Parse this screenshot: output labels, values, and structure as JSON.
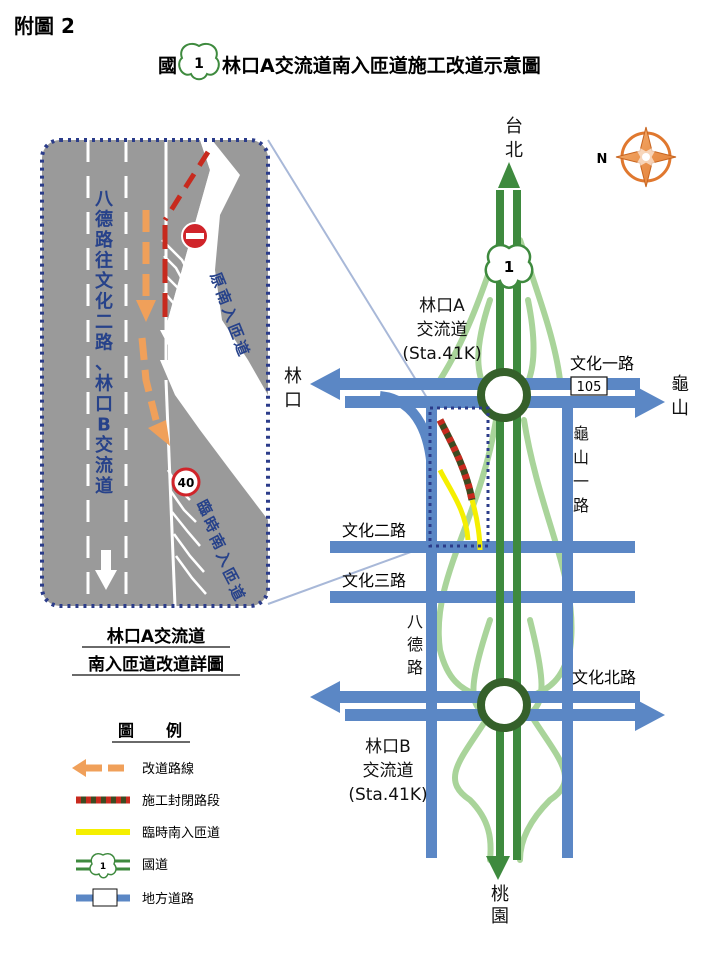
{
  "header": {
    "figure_no": "附圖 2",
    "title_prefix": "國",
    "title_suffix": "林口A交流道南入匝道施工改道示意圖",
    "freeway_no": "1"
  },
  "inset": {
    "vertical_label": [
      "八",
      "德",
      "路",
      "往",
      "文",
      "化",
      "二",
      "路",
      "、",
      "林",
      "口",
      "B",
      "交",
      "流",
      "道"
    ],
    "original_ramp": [
      "原",
      "南",
      "入",
      "匝",
      "道"
    ],
    "temp_ramp": [
      "臨",
      "時",
      "南",
      "入",
      "匝",
      "道"
    ],
    "speed_limit": "40",
    "caption_line1": "林口A交流道",
    "caption_line2": "南入匝道改道詳圖"
  },
  "map": {
    "north_top": [
      "台",
      "北"
    ],
    "south_bottom": [
      "桃",
      "園"
    ],
    "west": [
      "林",
      "口"
    ],
    "east": [
      "龜",
      "山"
    ],
    "compass": "N",
    "freeway_shield": "1",
    "interchange_a": [
      "林口A",
      "交流道",
      "(Sta.41K)"
    ],
    "interchange_b": [
      "林口B",
      "交流道",
      "(Sta.41K)"
    ],
    "road_wenhua1": "文化一路",
    "route_105": "105",
    "guishan1": [
      "龜",
      "山",
      "一",
      "路"
    ],
    "road_wenhua2": "文化二路",
    "road_wenhua3": "文化三路",
    "bade": [
      "八",
      "德",
      "路"
    ],
    "road_wenhua_north": "文化北路"
  },
  "legend": {
    "title": "圖　　例",
    "items": [
      {
        "label": "改道路線"
      },
      {
        "label": "施工封閉路段"
      },
      {
        "label": "臨時南入匝道"
      },
      {
        "label": "國道",
        "shield": "1"
      },
      {
        "label": "地方道路"
      }
    ]
  },
  "colors": {
    "local_road": "#5b87c5",
    "freeway": "#3e8a3e",
    "ramp": "#a9d49a",
    "detour": "#f0a05a",
    "closure_red": "#c72a1e",
    "closure_dark": "#3d4a20",
    "temp_ramp": "#f5ef00",
    "inset_gray": "#9a9a9a",
    "dotted_border": "#2b3c8a",
    "label_blue": "#27428a"
  }
}
